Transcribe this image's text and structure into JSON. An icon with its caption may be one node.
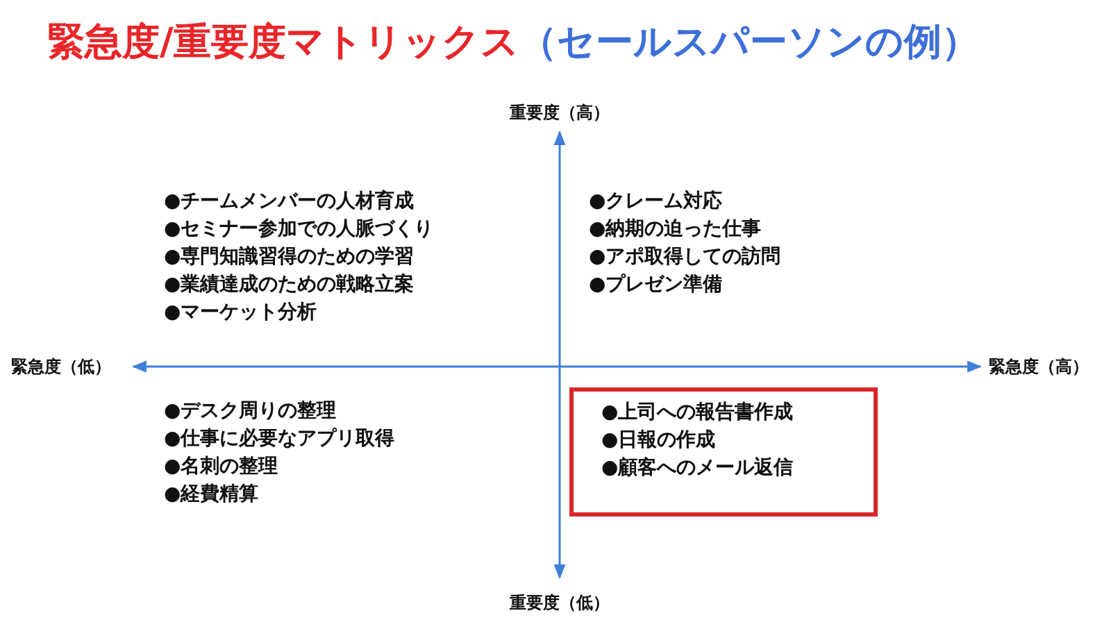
{
  "diagram": {
    "title": "緊急度/重要度マトリックス",
    "nodes": [
      {
        "text": [
          "●上司への報告書作成",
          "●日報の作成",
          "●顧客へのメール返信"
        ]
      }
    ],
    "labels": [
      "（セールスパーソンの例）",
      "重要度（高）",
      "●チームメンバーの人材育成",
      "●セミナー参加での人脈づくり",
      "●専門知識習得のための学習",
      "●業績達成のための戦略立案",
      "●マーケット分析",
      "●クレーム対応",
      "●納期の迫った仕事",
      "●アポ取得しての訪問",
      "●プレゼン準備",
      "緊急度（低）",
      "緊急度（高）",
      "●デスク周りの整理",
      "●仕事に必要なアプリ取得",
      "●名刺の整理",
      "●経費精算",
      "重要度（低）"
    ]
  }
}
